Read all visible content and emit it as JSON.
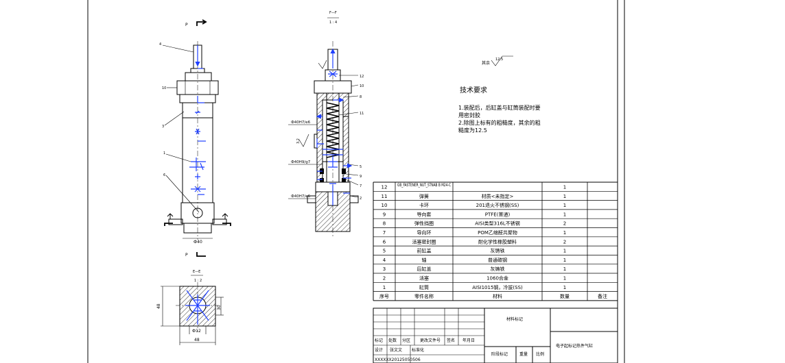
{
  "section_labels": {
    "view_p_top": "P",
    "view_p_bottom": "P",
    "section_ff_top": "F—F",
    "section_ff_bottom": "1 : 4",
    "section_ee_top": "E—E",
    "section_ee_bottom": "1 : 2"
  },
  "left_callouts": [
    "4",
    "10",
    "3",
    "1",
    "6"
  ],
  "right_callouts": [
    "12",
    "10",
    "8",
    "11",
    "5",
    "9",
    "7",
    "2"
  ],
  "dimensions": {
    "left_bottom_dia": "Ф40",
    "fit1": "Ф40H7/e6",
    "fit2": "Ф40H9/g7",
    "fit3": "Ф40H7/e6",
    "side_roughness": "3.2",
    "ee_height": "48",
    "ee_inner": "30",
    "ee_bore": "Ф12",
    "ee_width": "48"
  },
  "roughness_note": {
    "prefix": "其余",
    "value": "12.5"
  },
  "tech_requirements": {
    "title": "技术要求",
    "lines": [
      "1.装配后，后缸盖与缸筒装配时要",
      "用密封胶",
      "2.除图上标有的粗糙度，其余的粗",
      "糙度为12.5"
    ]
  },
  "bom": {
    "rows": [
      {
        "no": "12",
        "name": "GB_FASTENER_NUT_STNAB B M24-C",
        "material": "",
        "qty": "1"
      },
      {
        "no": "11",
        "name": "弹簧",
        "material": "材质<未指定>",
        "qty": "1"
      },
      {
        "no": "10",
        "name": "卡环",
        "material": "201退火不锈钢(SS)",
        "qty": "1"
      },
      {
        "no": "9",
        "name": "导向套",
        "material": "PTFE(普通)",
        "qty": "1"
      },
      {
        "no": "8",
        "name": "弹性挡圈",
        "material": "AISI类型316L不锈钢",
        "qty": "2"
      },
      {
        "no": "7",
        "name": "导向环",
        "material": "POM乙缩醛共聚物",
        "qty": "1"
      },
      {
        "no": "6",
        "name": "活塞密封圈",
        "material": "耐化学性橡胶塑料",
        "qty": "2"
      },
      {
        "no": "5",
        "name": "前缸盖",
        "material": "灰铸铁",
        "qty": "1"
      },
      {
        "no": "4",
        "name": "轴",
        "material": "普通碳钢",
        "qty": "1"
      },
      {
        "no": "3",
        "name": "后缸盖",
        "material": "灰铸铁",
        "qty": "1"
      },
      {
        "no": "2",
        "name": "活塞",
        "material": "1060合金",
        "qty": "1"
      },
      {
        "no": "1",
        "name": "缸筒",
        "material": "AISI1015钢，冷拔(SS)",
        "qty": "1"
      }
    ],
    "header": {
      "no": "序号",
      "name": "零件名称",
      "material": "材料",
      "qty": "数量",
      "remark": "备注"
    }
  },
  "title_block": {
    "material_mark": "材料标记",
    "drawing_title": "电子起标记热件气缸",
    "labels": [
      "标记",
      "处数",
      "分区",
      "更改文件号",
      "签名",
      "年月日"
    ],
    "row2_labels": [
      "设计",
      "张文文",
      "标准化"
    ],
    "stage_mark": "阶段标记",
    "weight": "重量",
    "scale": "比例",
    "student_id": "XXXXXX20125050506"
  }
}
